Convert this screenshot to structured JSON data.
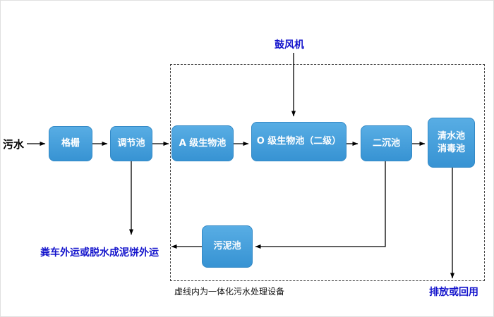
{
  "diagram": {
    "source_label": "污水",
    "blower_label": "鼓风机",
    "nodes": {
      "grid": "格栅",
      "regulating": "调节池",
      "a_bio": "A 级生物池",
      "o_bio": "O 级生物池（二级）",
      "secondary": "二沉池",
      "clear_line1": "清水池",
      "clear_line2": "消毒池",
      "sludge": "污泥池"
    },
    "outputs": {
      "sludge_out": "粪车外运或脱水成泥饼外运",
      "discharge": "排放或回用"
    },
    "caption": "虚线内为一体化污水处理设备",
    "colors": {
      "node_fill": "#3d9bdc",
      "label_blue": "#1414cc",
      "arrow": "#000000"
    }
  }
}
